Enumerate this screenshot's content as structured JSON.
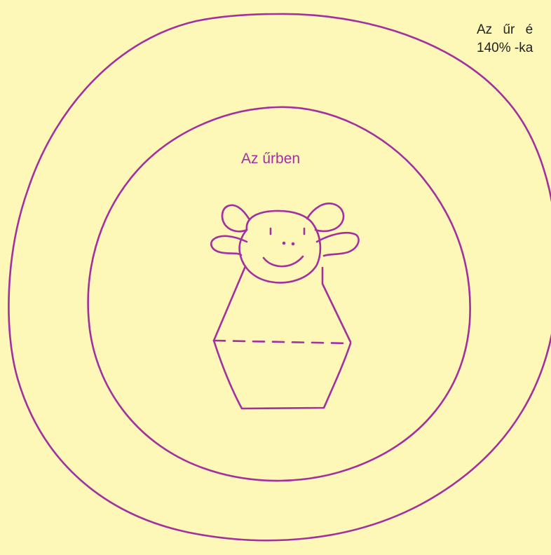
{
  "inner_label": "Az űrben",
  "note": {
    "line1": "Az űr é",
    "line2": "140% -ka"
  },
  "colors": {
    "background": "#fdf8b7",
    "drawing": "#a2309e",
    "text": "#222222"
  },
  "icons": [
    "outer-ring-icon",
    "inner-ring-icon",
    "toy-figure-icon"
  ]
}
